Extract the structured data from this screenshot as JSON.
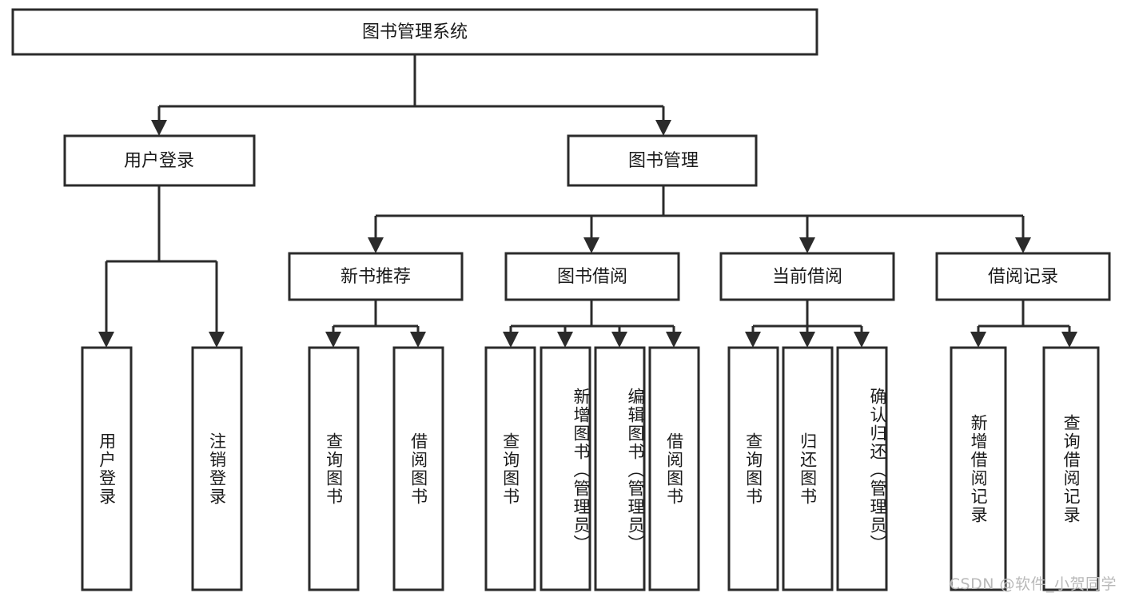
{
  "diagram": {
    "type": "tree",
    "title": "图书管理系统",
    "watermark": "CSDN @软件_小贺同学",
    "colors": {
      "stroke": "#2b2b2b",
      "fill": "#ffffff",
      "text": "#1b1b1b",
      "watermark": "#b9b9b9",
      "background": "#ffffff"
    },
    "root": {
      "label": "图书管理系统"
    },
    "level2": [
      {
        "label": "用户登录"
      },
      {
        "label": "图书管理"
      }
    ],
    "level3": [
      {
        "label": "新书推荐"
      },
      {
        "label": "图书借阅"
      },
      {
        "label": "当前借阅"
      },
      {
        "label": "借阅记录"
      }
    ],
    "leaves": {
      "user_login": [
        {
          "label": "用户登录"
        },
        {
          "label": "注销登录"
        }
      ],
      "new_book_recommend": [
        {
          "label": "查询图书"
        },
        {
          "label": "借阅图书"
        }
      ],
      "book_borrow": [
        {
          "label": "查询图书"
        },
        {
          "label": "新增图书（管理员）"
        },
        {
          "label": "编辑图书（管理员）"
        },
        {
          "label": "借阅图书"
        }
      ],
      "current_borrow": [
        {
          "label": "查询图书"
        },
        {
          "label": "归还图书"
        },
        {
          "label": "确认归还（管理员）"
        }
      ],
      "borrow_record": [
        {
          "label": "新增借阅记录"
        },
        {
          "label": "查询借阅记录"
        }
      ]
    }
  }
}
